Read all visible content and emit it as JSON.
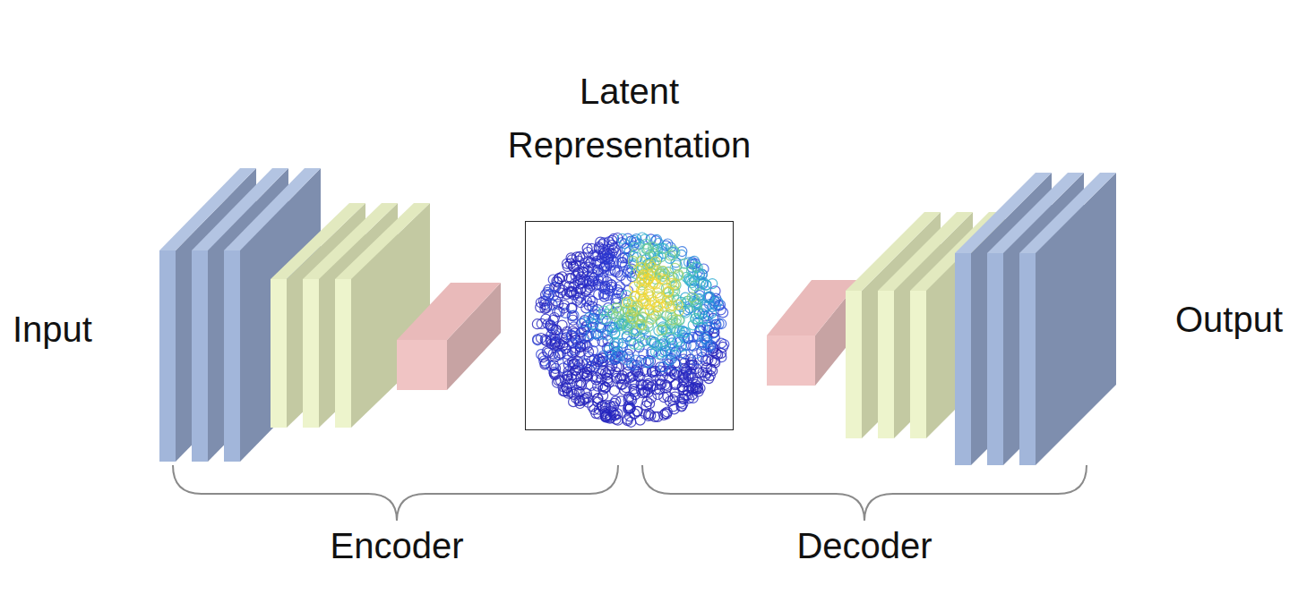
{
  "diagram": {
    "nodes": [
      {
        "text": [
          "Latent Representation"
        ]
      }
    ],
    "labels": [
      "Input",
      "Encoder",
      "Decoder",
      "Output"
    ]
  }
}
